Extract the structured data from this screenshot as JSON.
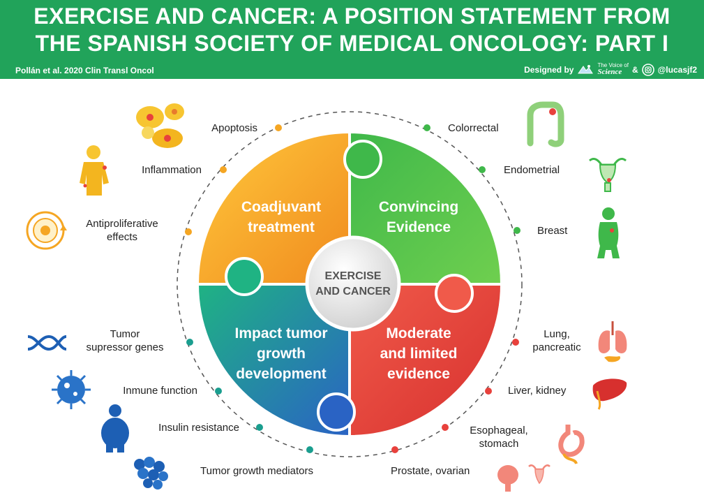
{
  "header": {
    "title_line1": "EXERCISE AND CANCER: A POSITION STATEMENT FROM",
    "title_line2": "THE SPANISH SOCIETY OF MEDICAL ONCOLOGY: PART I",
    "citation": "Pollán et al. 2020  Clin Transl Oncol",
    "designed_by": "Designed by",
    "logo_line1": "The Voice of",
    "logo_line2": "Science",
    "ampersand": "&",
    "handle": "@lucasjf2"
  },
  "colors": {
    "header_green": "#21a35a",
    "orange": "#f5a623",
    "green": "#3fb84a",
    "red": "#e8413c",
    "teal": "#1a9e8f",
    "blue": "#2a73c8"
  },
  "center": {
    "line1": "EXERCISE",
    "line2": "AND CANCER"
  },
  "quadrants": {
    "coadjuvant": [
      "Coadjuvant",
      "treatment"
    ],
    "convincing": [
      "Convincing",
      "Evidence"
    ],
    "impact": [
      "Impact tumor",
      "growth",
      "development"
    ],
    "moderate": [
      "Moderate",
      "and limited",
      "evidence"
    ]
  },
  "left_labels": {
    "apoptosis": "Apoptosis",
    "inflammation": "Inflammation",
    "antiproliferative_1": "Antiproliferative",
    "antiproliferative_2": "effects",
    "tumor_supressor_1": "Tumor",
    "tumor_supressor_2": "supressor genes",
    "inmune": "Inmune function",
    "insulin": "Insulin resistance",
    "mediators": "Tumor growth mediators"
  },
  "right_labels": {
    "colorrectal": "Colorrectal",
    "endometrial": "Endometrial",
    "breast": "Breast",
    "lung_1": "Lung,",
    "lung_2": "pancreatic",
    "liver": "Liver, kidney",
    "esophageal_1": "Esophageal,",
    "esophageal_2": "stomach",
    "prostate": "Prostate, ovarian"
  },
  "icons": {
    "apoptosis": "cells-icon",
    "inflammation": "body-inflammation-icon",
    "antiproliferative": "cell-cycle-icon",
    "tumor_supressor": "dna-icon",
    "inmune": "virus-icon",
    "insulin": "obese-person-icon",
    "mediators": "cell-cluster-icon",
    "colorrectal": "colon-icon",
    "endometrial": "uterus-icon",
    "breast": "female-body-icon",
    "lung": "lungs-icon",
    "liver": "liver-icon",
    "esophageal": "stomach-icon",
    "prostate": "prostate-ovary-icon"
  }
}
